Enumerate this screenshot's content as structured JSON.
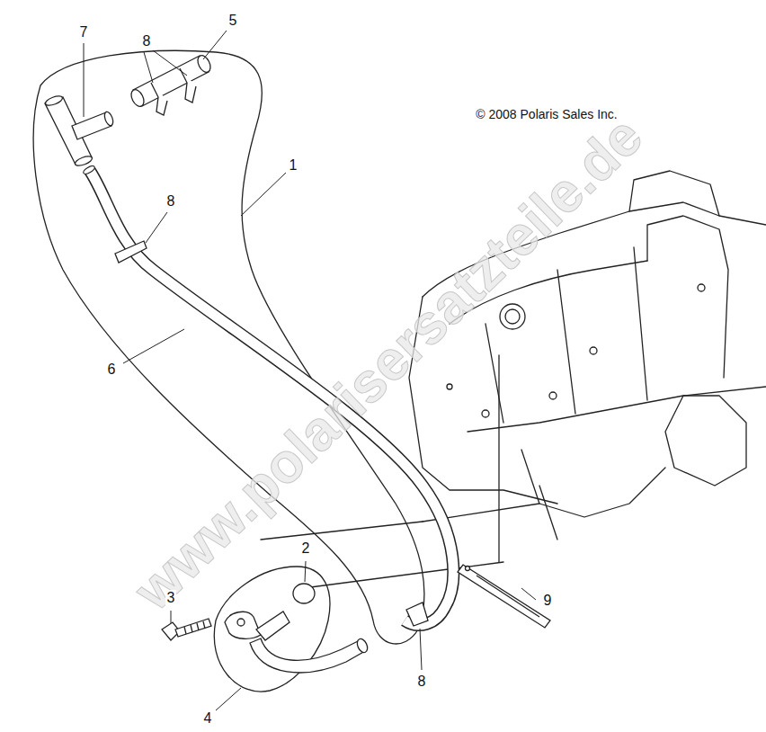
{
  "diagram": {
    "labels": [
      "7",
      "8",
      "5",
      "© 2008 Polaris Sales Inc.",
      "1",
      "8",
      "6",
      "2",
      "3",
      "4",
      "8",
      "9",
      "www.polarisersatzteile.de"
    ]
  }
}
